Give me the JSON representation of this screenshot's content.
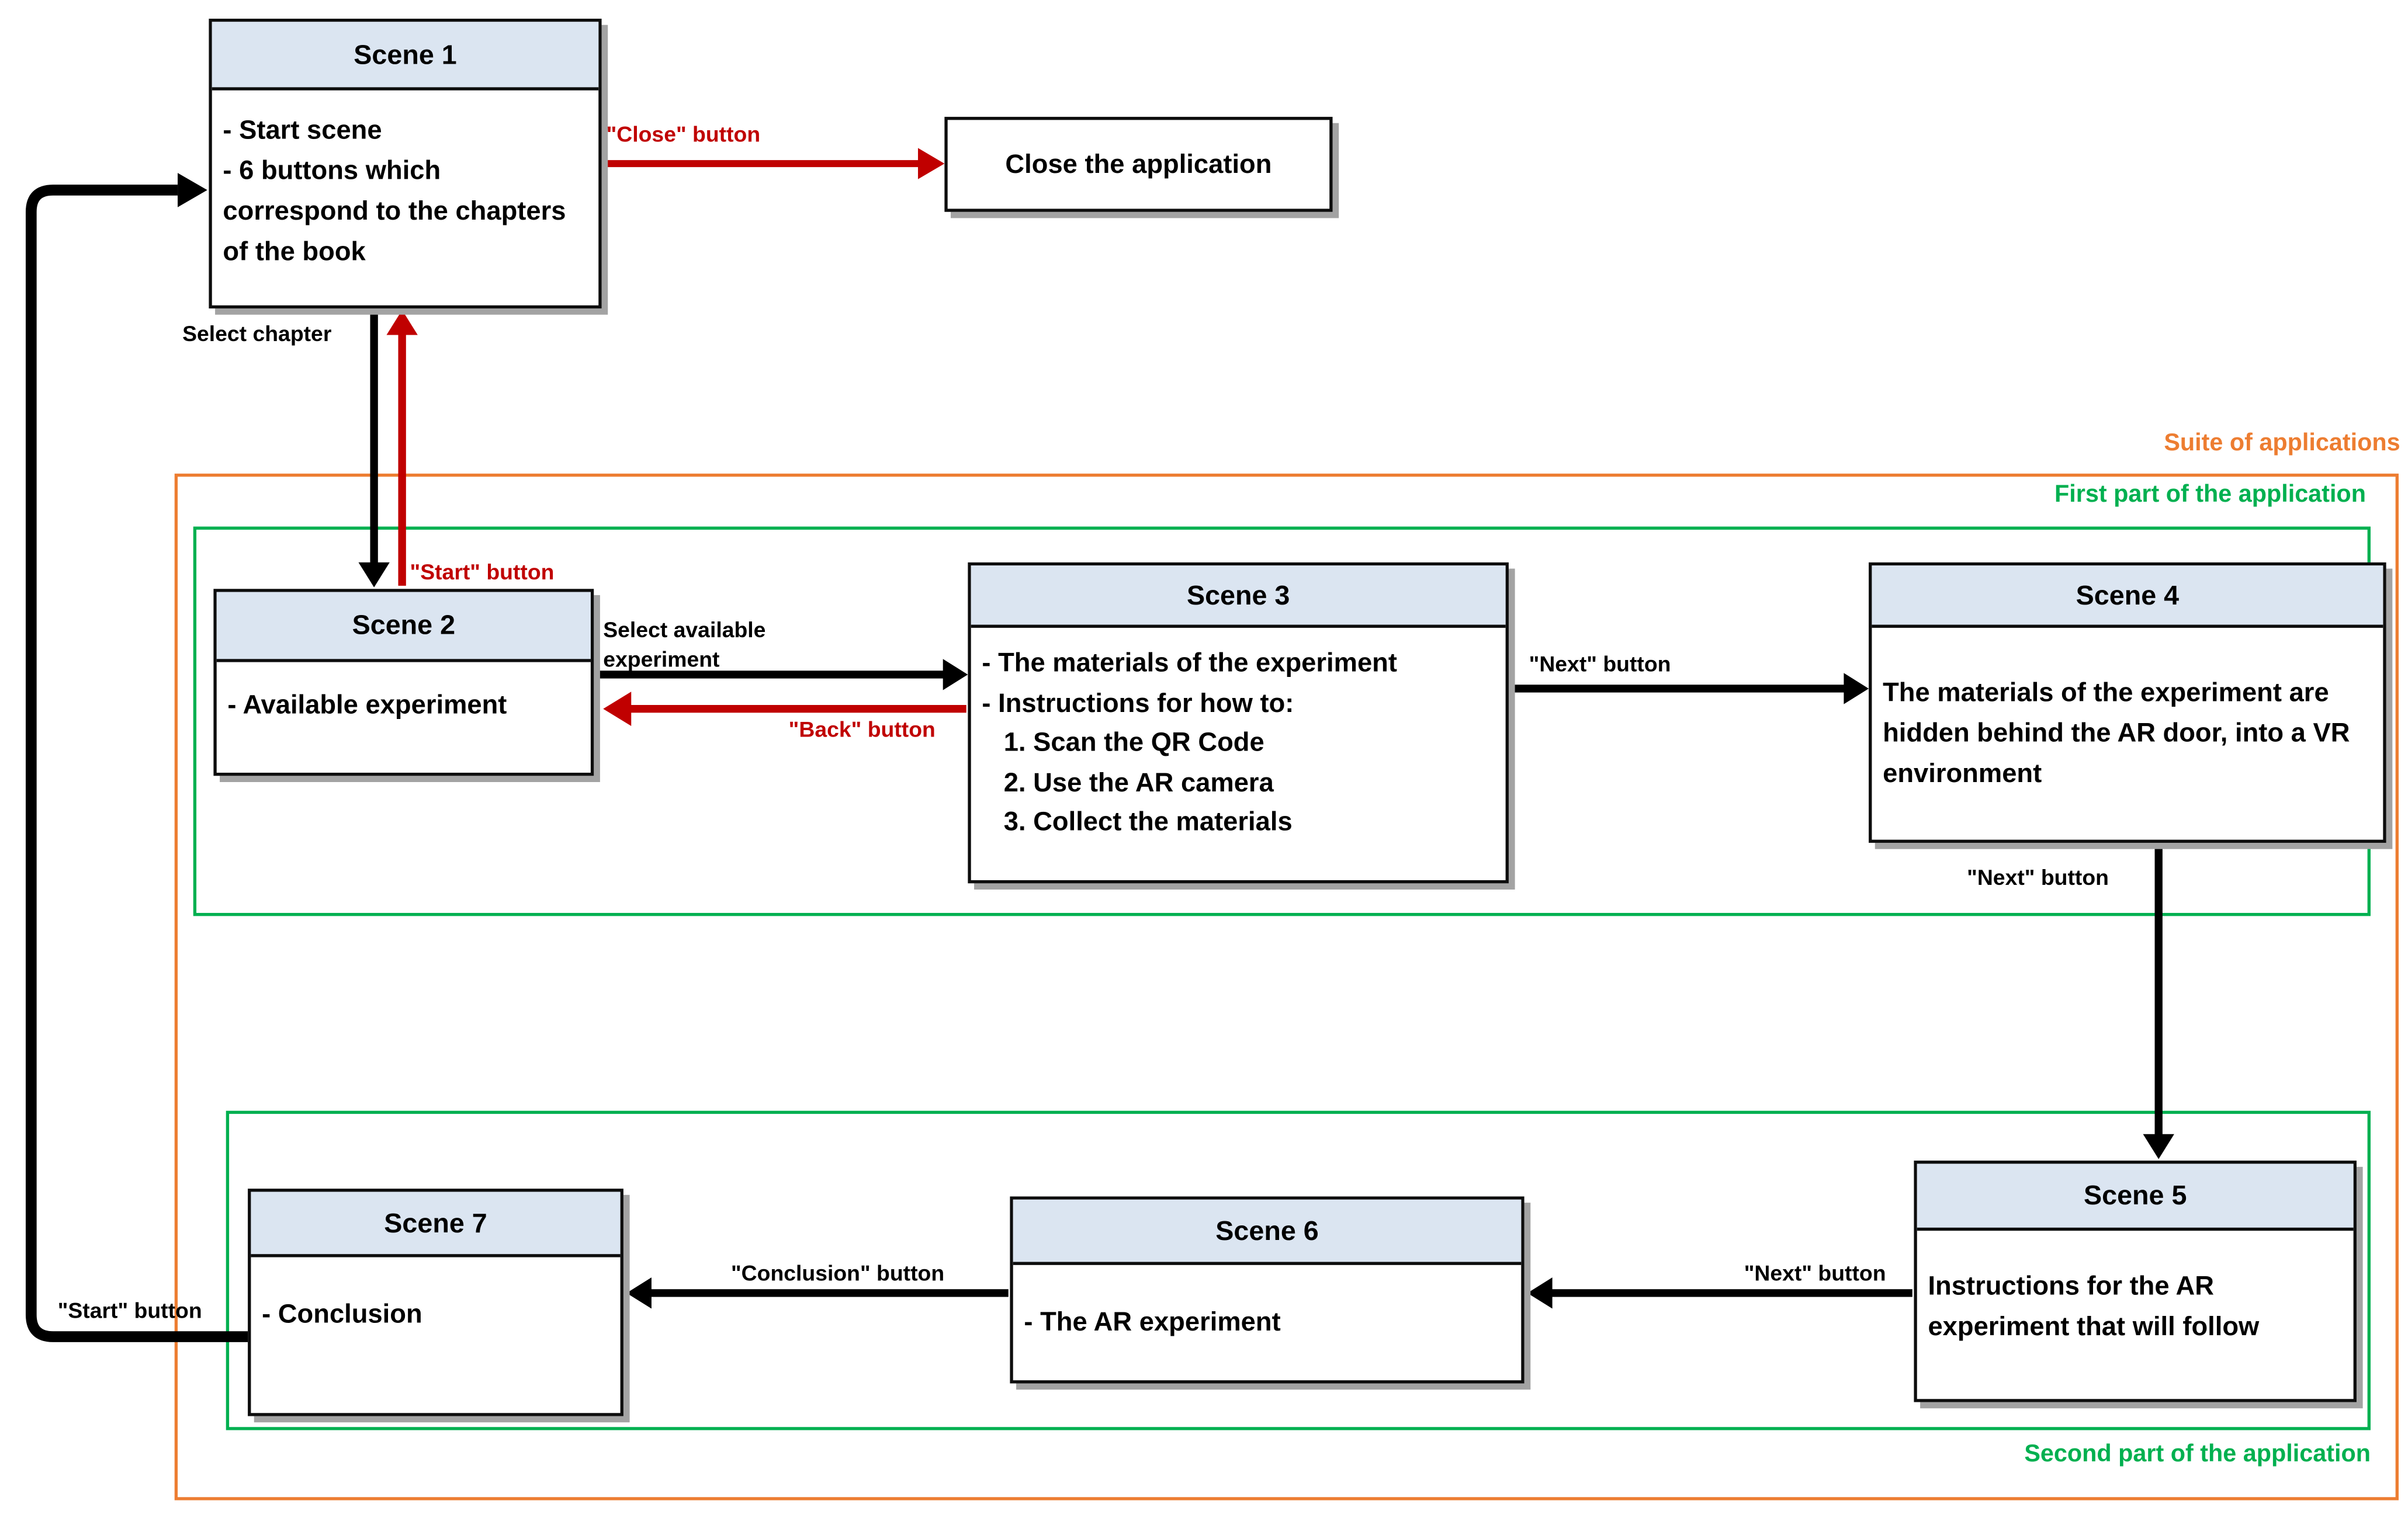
{
  "colors": {
    "red": "#c00000",
    "green": "#00b050",
    "orange": "#ed7d31",
    "scene_header_fill": "#dbe5f1"
  },
  "groups": {
    "suite_label": "Suite of applications",
    "first_part_label": "First part of the application",
    "second_part_label": "Second part of the application"
  },
  "scenes": [
    {
      "title": "Scene 1",
      "lines": [
        "- Start scene",
        "- 6 buttons which correspond to the chapters of the book"
      ]
    },
    {
      "title": "Scene 2",
      "lines": [
        "- Available experiment"
      ]
    },
    {
      "title": "Scene 3",
      "lines": [
        "- The materials of the experiment",
        "- Instructions for how to:",
        "1. Scan the QR Code",
        "2. Use the AR camera",
        "3. Collect the materials"
      ]
    },
    {
      "title": "Scene 4",
      "lines": [
        "The materials of the experiment are hidden behind the AR door, into a VR environment"
      ]
    },
    {
      "title": "Scene 5",
      "lines": [
        "Instructions for the AR experiment that will follow"
      ]
    },
    {
      "title": "Scene 6",
      "lines": [
        "- The AR experiment"
      ]
    },
    {
      "title": "Scene 7",
      "lines": [
        "- Conclusion"
      ]
    }
  ],
  "terminal_box": {
    "label": "Close the application"
  },
  "edge_labels": {
    "close": "\"Close\" button",
    "select_chapter": "Select chapter",
    "start_top": "\"Start\" button",
    "select_available": "Select available experiment",
    "back": "\"Back\" button",
    "next1": "\"Next\" button",
    "next2": "\"Next\" button",
    "next3": "\"Next\" button",
    "conclusion": "\"Conclusion\" button",
    "start_loop": "\"Start\" button"
  }
}
